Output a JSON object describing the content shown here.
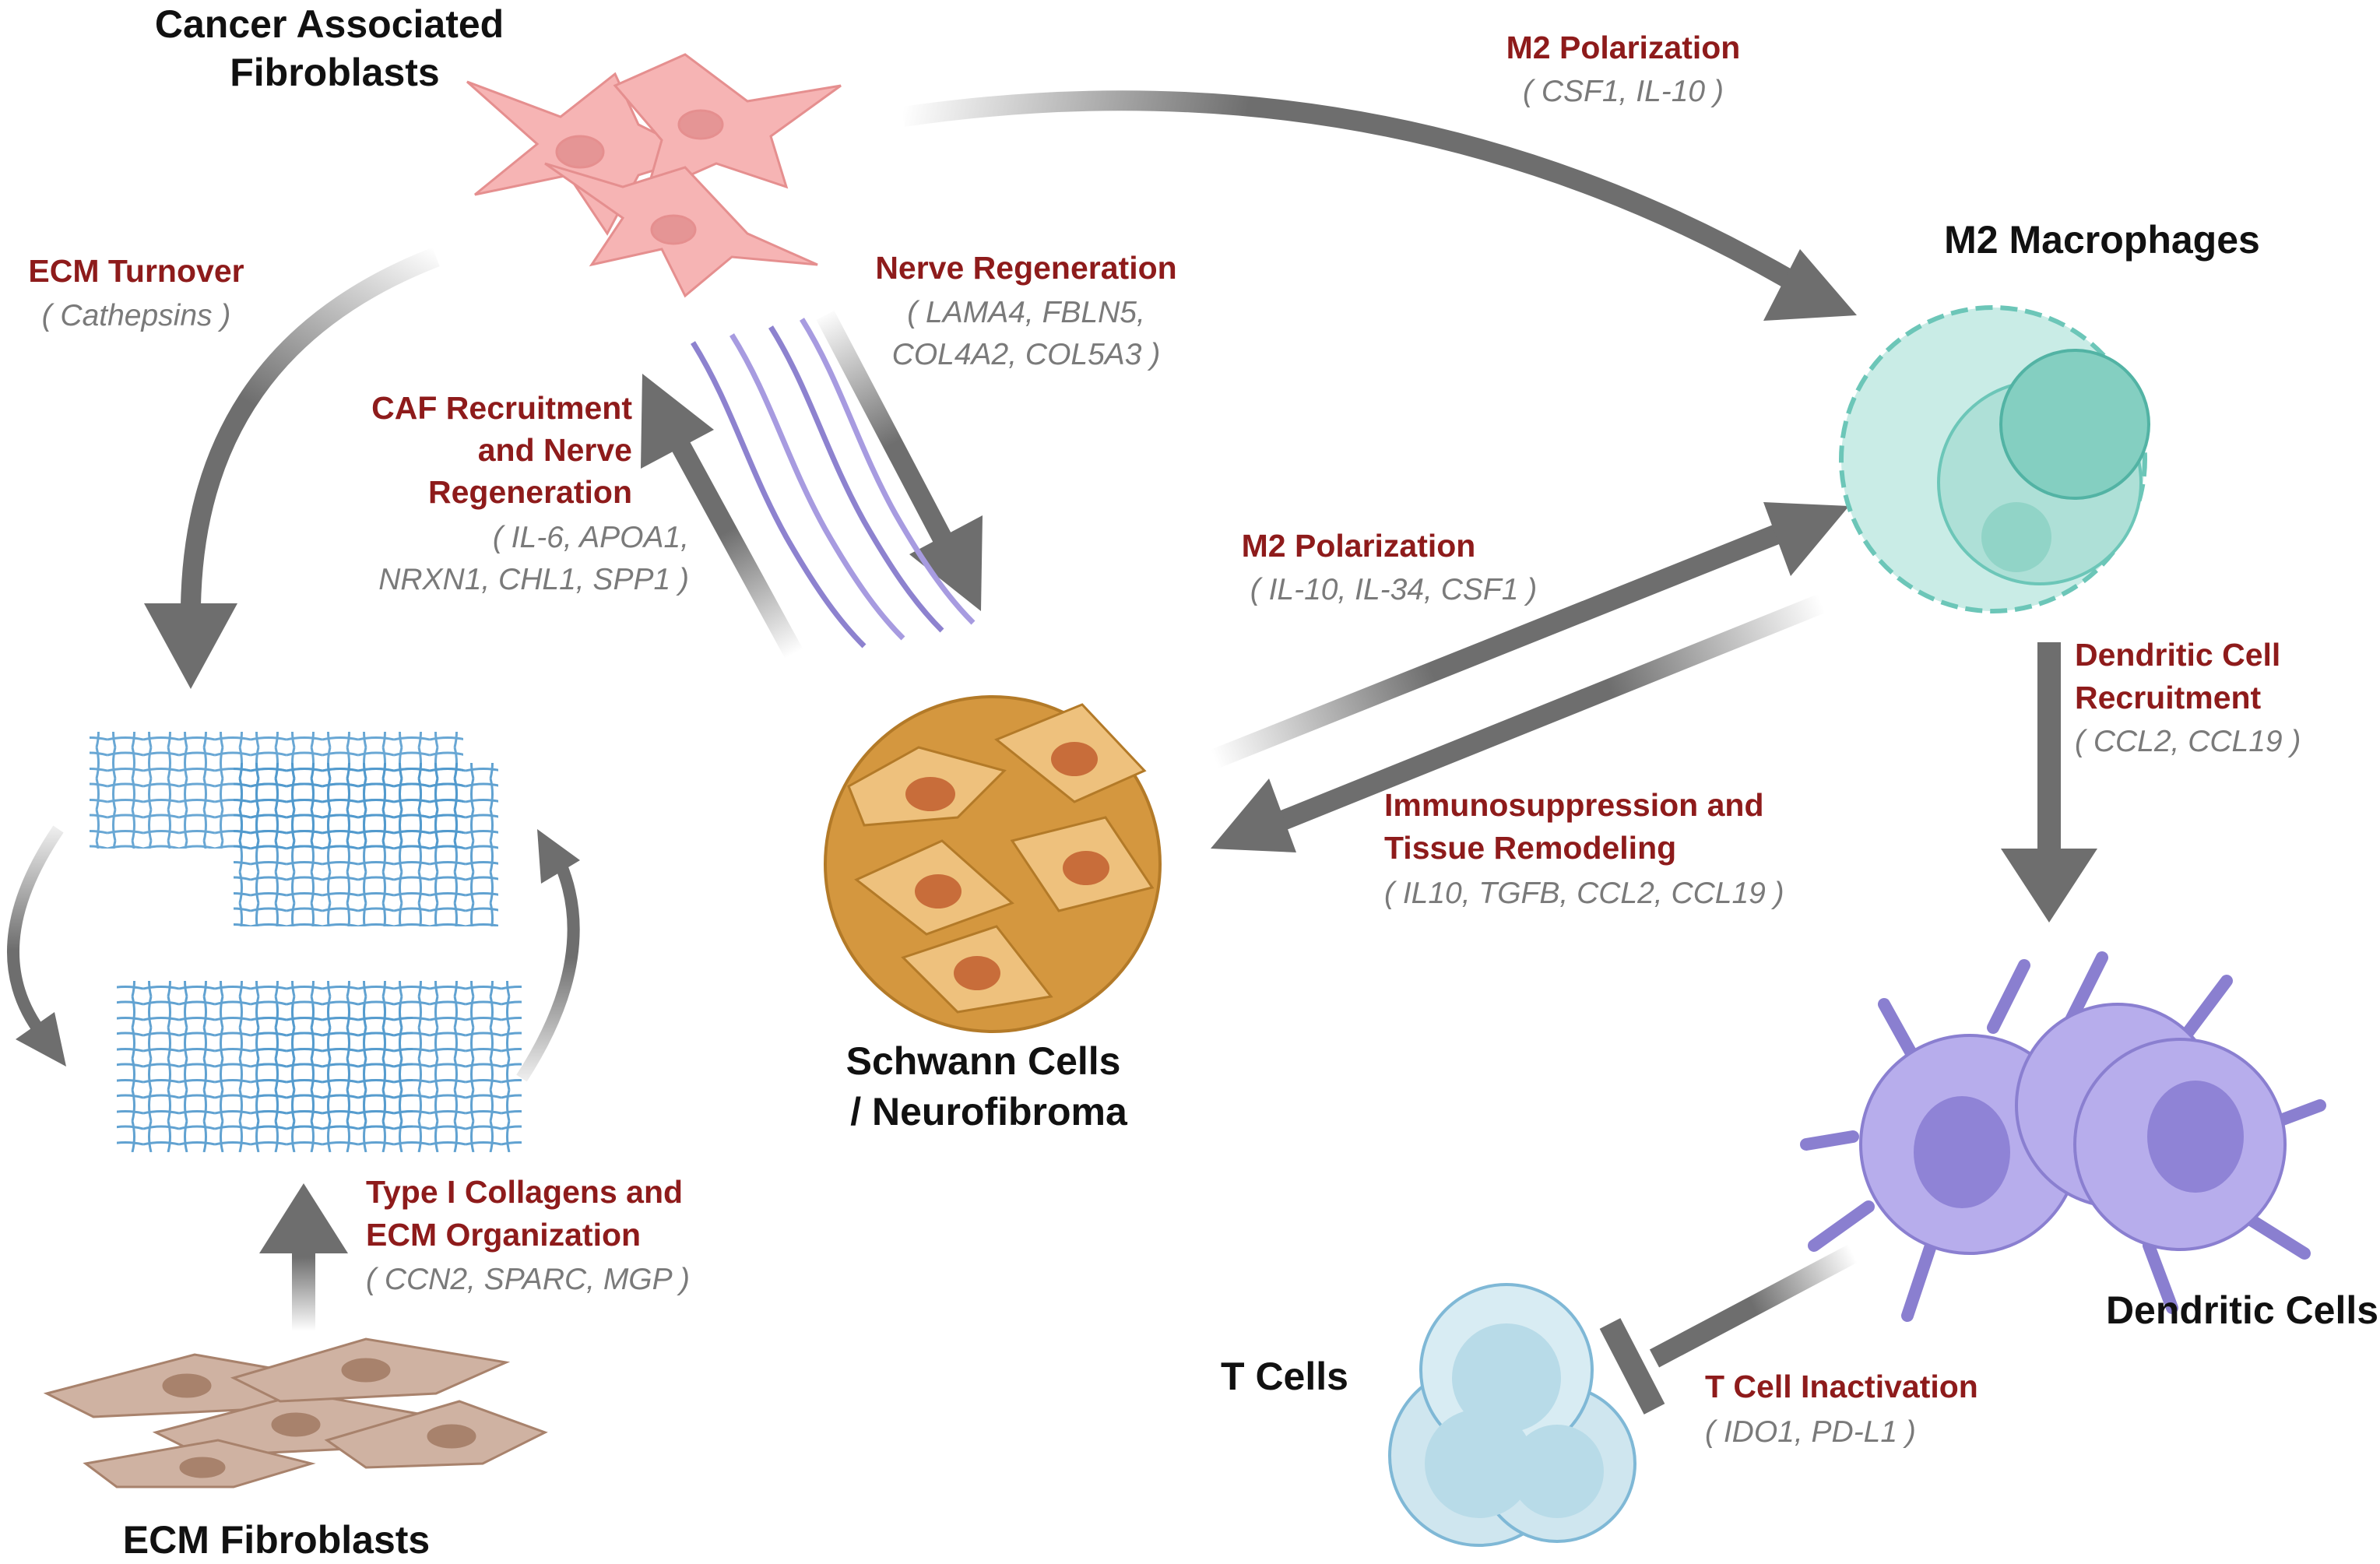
{
  "colors": {
    "process_red": "#8e1b1b",
    "gene_gray": "#7a7a7a",
    "arrow_gray": "#6e6e6e",
    "caf_pink": "#f2a4a4",
    "ecm_brown": "#c9a895",
    "schwann_orange": "#e0a24e",
    "macrophage_teal": "#9fdcd2",
    "dendritic_purple": "#a79be0",
    "tcell_blue": "#b8dbe8",
    "collagen_blue": "#4f98cc"
  },
  "nodes": {
    "caf": {
      "line1": "Cancer Associated",
      "line2": "Fibroblasts",
      "icon": "fibroblast-cluster-icon"
    },
    "m2": {
      "label": "M2 Macrophages",
      "icon": "macrophage-icon"
    },
    "schwann": {
      "line1": "Schwann Cells",
      "line2": "/ Neurofibroma",
      "icon": "schwann-cell-cluster-icon"
    },
    "ecm_fibroblasts": {
      "label": "ECM Fibroblasts",
      "icon": "ecm-fibroblast-icon"
    },
    "dendritic": {
      "label": "Dendritic Cells",
      "icon": "dendritic-cell-icon"
    },
    "tcells": {
      "label": "T Cells",
      "icon": "t-cell-icon"
    }
  },
  "processes": {
    "m2_polarization_top": {
      "title": "M2 Polarization",
      "genes": "( CSF1, IL-10 )"
    },
    "ecm_turnover": {
      "title": "ECM Turnover",
      "genes": "( Cathepsins )"
    },
    "nerve_regeneration": {
      "title": "Nerve Regeneration",
      "genes_line1": "( LAMA4, FBLN5,",
      "genes_line2": "COL4A2, COL5A3 )"
    },
    "caf_recruitment": {
      "title_line1": "CAF Recruitment",
      "title_line2": "and Nerve",
      "title_line3": "Regeneration",
      "genes_line1": "( IL-6, APOA1,",
      "genes_line2": "NRXN1, CHL1, SPP1 )"
    },
    "m2_polarization_mid": {
      "title": "M2 Polarization",
      "genes": "( IL-10, IL-34, CSF1 )"
    },
    "immunosuppression": {
      "title_line1": "Immunosuppression and",
      "title_line2": "Tissue Remodeling",
      "genes": "( IL10, TGFB, CCL2, CCL19 )"
    },
    "dc_recruitment": {
      "title_line1": "Dendritic Cell",
      "title_line2": "Recruitment",
      "genes": "( CCL2, CCL19 )"
    },
    "collagens": {
      "title_line1": "Type I Collagens and",
      "title_line2": "ECM Organization",
      "genes": "( CCN2, SPARC, MGP )"
    },
    "tcell_inactivation": {
      "title": "T Cell Inactivation",
      "genes": "( IDO1, PD-L1 )"
    }
  },
  "decorations": {
    "collagen_mesh_icon": "collagen-mesh-icon",
    "nerve_fiber_icon": "nerve-fiber-icon"
  }
}
